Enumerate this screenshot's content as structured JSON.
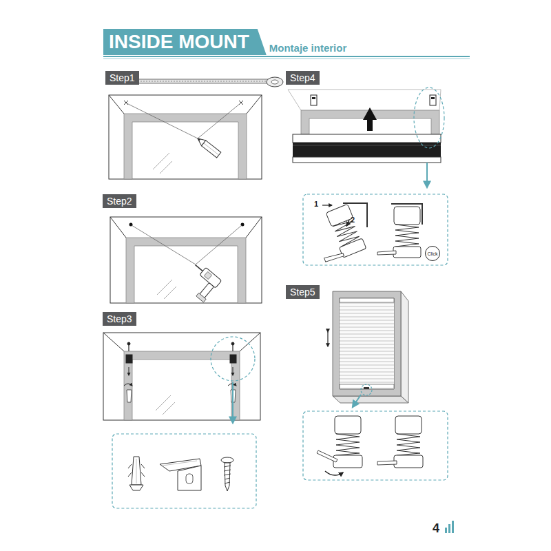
{
  "diagram": {
    "title": "INSIDE MOUNT",
    "nodes": [
      {
        "text": [
          "Step1"
        ]
      },
      {
        "text": [
          "Step2"
        ]
      },
      {
        "text": [
          "Step3"
        ]
      },
      {
        "text": [
          "Step4"
        ]
      },
      {
        "text": [
          "Click"
        ]
      },
      {
        "text": [
          "Step5"
        ]
      }
    ],
    "labels": [
      "Montaje interior",
      "1",
      "2",
      "4"
    ]
  }
}
